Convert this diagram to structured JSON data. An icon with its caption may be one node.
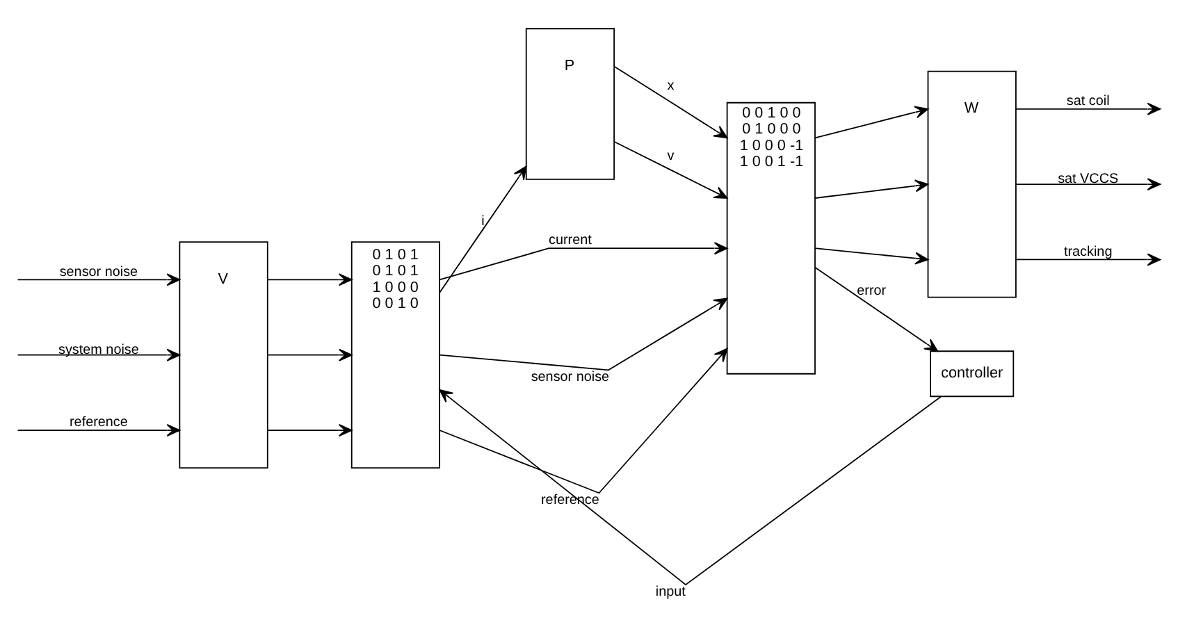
{
  "diagram": {
    "nodes": [
      {
        "text": [
          "V"
        ]
      },
      {
        "text": [
          "0 1 0 1",
          "0 1 0 1",
          "1 0 0 0",
          "0 0 1 0"
        ]
      },
      {
        "text": [
          "P"
        ]
      },
      {
        "text": [
          "0 0 1 0 0",
          "0 1 0 0 0",
          "1 0 0 0 -1",
          "1 0 0 1 -1"
        ]
      },
      {
        "text": [
          "W"
        ]
      },
      {
        "text": [
          "controller"
        ]
      }
    ],
    "edges": [
      {
        "from": null,
        "to": 0,
        "arrow": "to",
        "label": "sensor noise"
      },
      {
        "from": null,
        "to": 0,
        "arrow": "to",
        "label": "system noise"
      },
      {
        "from": null,
        "to": 0,
        "arrow": "to",
        "label": "reference"
      },
      {
        "from": 0,
        "to": 1,
        "arrow": "to"
      },
      {
        "from": 0,
        "to": 1,
        "arrow": "to"
      },
      {
        "from": 0,
        "to": 1,
        "arrow": "to"
      },
      {
        "from": 5,
        "to": 1,
        "arrow": "to",
        "label": "input"
      },
      {
        "from": 1,
        "to": 2,
        "arrow": "to",
        "label": "i"
      },
      {
        "from": 2,
        "to": 3,
        "arrow": "to",
        "label": "x"
      },
      {
        "from": 2,
        "to": 3,
        "arrow": "to",
        "label": "v"
      },
      {
        "from": 1,
        "to": 3,
        "arrow": "to",
        "label": "current"
      },
      {
        "from": 1,
        "to": 3,
        "arrow": "to",
        "label": "sensor noise"
      },
      {
        "from": 1,
        "to": 3,
        "arrow": "to",
        "label": "reference"
      },
      {
        "from": 3,
        "to": 4,
        "arrow": "to"
      },
      {
        "from": 3,
        "to": 4,
        "arrow": "to"
      },
      {
        "from": 3,
        "to": 4,
        "arrow": "to"
      },
      {
        "from": 4,
        "to": null,
        "arrow": "to",
        "label": "sat coil"
      },
      {
        "from": 4,
        "to": null,
        "arrow": "to",
        "label": "sat VCCS"
      },
      {
        "from": 4,
        "to": null,
        "arrow": "to",
        "label": "tracking"
      },
      {
        "from": 3,
        "to": 5,
        "arrow": "to",
        "label": "error"
      }
    ]
  }
}
